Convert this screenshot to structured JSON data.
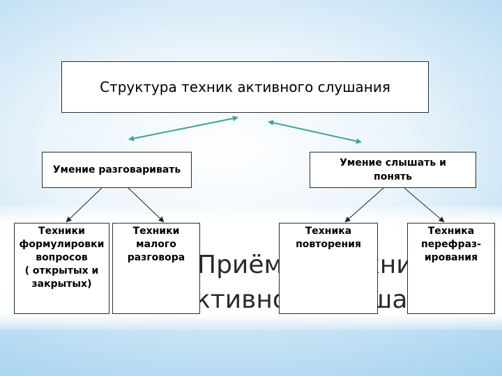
{
  "background_text": {
    "line1": "Приёмы и техники",
    "line2": "активного слушания"
  },
  "diagram": {
    "root": "Структура техник активного слушания",
    "left_branch": "Умение разговаривать",
    "right_branch": "Умение слышать и\nпонять",
    "leaves": [
      "Техники\nформулировки\nвопросов\n( открытых и\nзакрытых)",
      "Техники\nмалого\nразговора",
      "Техника\nповторения",
      "Техника\nперефраз-\nирования"
    ]
  },
  "colors": {
    "arrow_teal": "#3aa39a",
    "arrow_dark": "#222222",
    "background": "#b9dcf2"
  }
}
